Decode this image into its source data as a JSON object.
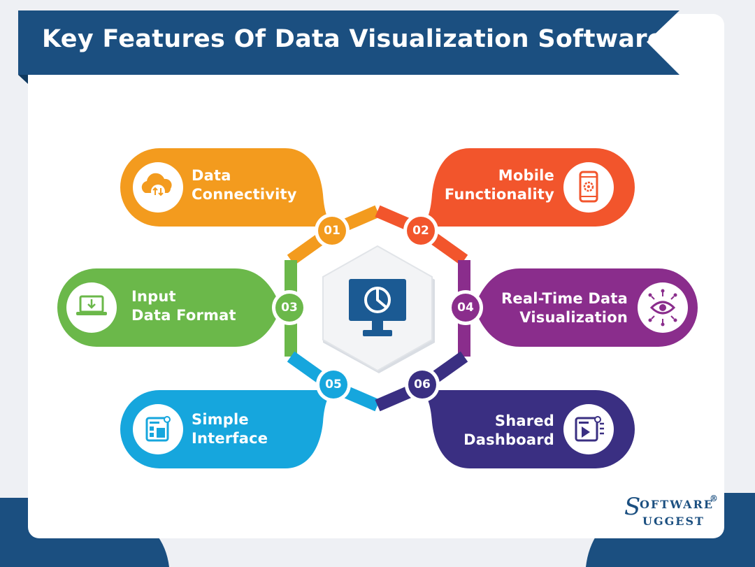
{
  "title": "Key Features Of Data Visualization Software",
  "colors": {
    "navy": "#1b4f80",
    "orange": "#f39b1e",
    "red_orange": "#f2552c",
    "green": "#6bb84a",
    "purple": "#8a2d8c",
    "blue": "#16a6dd",
    "indigo": "#3a2f82",
    "center_icon": "#1b5a93"
  },
  "features": [
    {
      "number": "01",
      "line1": "Data",
      "line2": "Connectivity",
      "icon": "cloud-sync-icon"
    },
    {
      "number": "02",
      "line1": "Mobile",
      "line2": "Functionality",
      "icon": "mobile-settings-icon"
    },
    {
      "number": "03",
      "line1": "Input",
      "line2": "Data Format",
      "icon": "laptop-download-icon"
    },
    {
      "number": "04",
      "line1": "Real-Time Data",
      "line2": "Visualization",
      "icon": "eye-network-icon"
    },
    {
      "number": "05",
      "line1": "Simple",
      "line2": "Interface",
      "icon": "interface-layout-icon"
    },
    {
      "number": "06",
      "line1": "Shared",
      "line2": "Dashboard",
      "icon": "video-dashboard-icon"
    }
  ],
  "center_icon": "monitor-pie-chart-icon",
  "logo": {
    "part1": "S",
    "part2": "OFTWARE",
    "registered": "®",
    "part3": "UGGEST"
  }
}
